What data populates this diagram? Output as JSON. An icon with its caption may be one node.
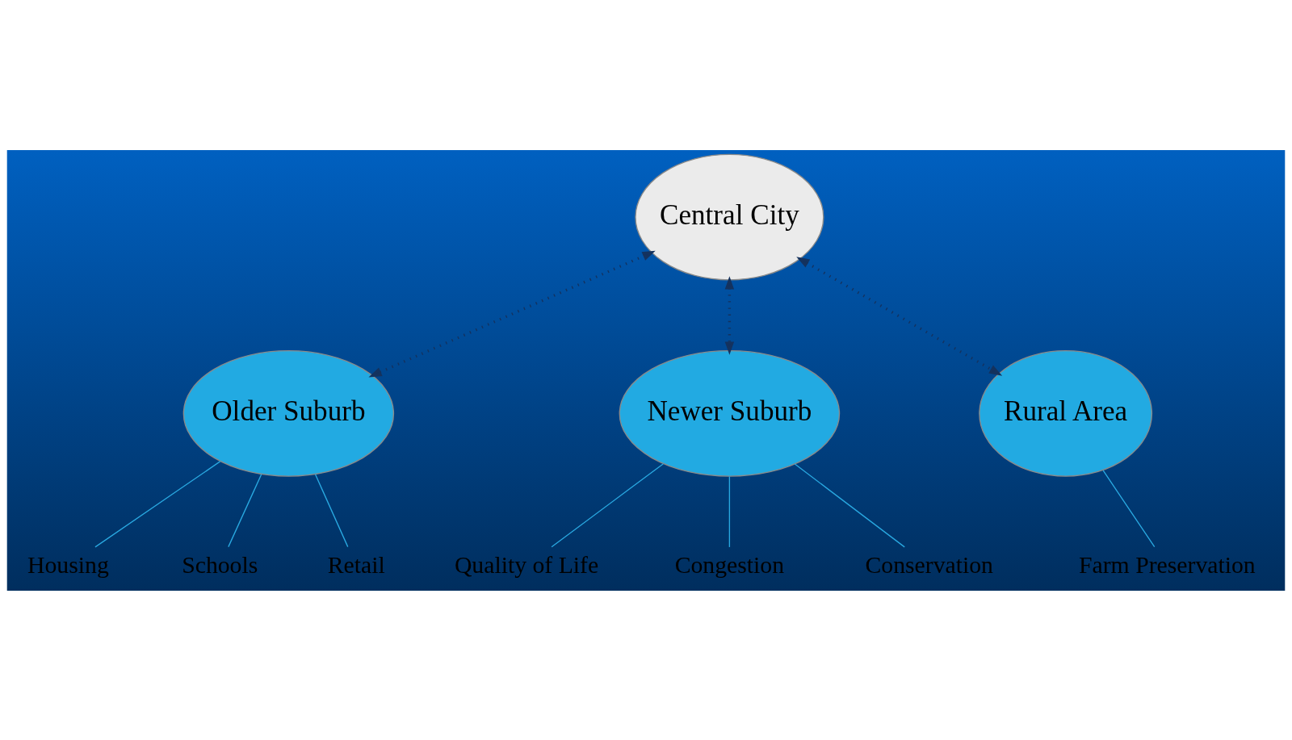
{
  "diagram": {
    "nodes": [
      {
        "text": [
          "Central City"
        ]
      },
      {
        "text": [
          "Older Suburb"
        ]
      },
      {
        "text": [
          "Newer Suburb"
        ]
      },
      {
        "text": [
          "Rural Area"
        ]
      },
      {
        "text": [
          "Housing"
        ]
      },
      {
        "text": [
          "Schools"
        ]
      },
      {
        "text": [
          "Retail"
        ]
      },
      {
        "text": [
          "Quality of Life"
        ]
      },
      {
        "text": [
          "Congestion"
        ]
      },
      {
        "text": [
          "Conservation"
        ]
      },
      {
        "text": [
          "Farm Preservation"
        ]
      }
    ],
    "edges": [
      {
        "from": 0,
        "to": 1,
        "arrow": "both",
        "style": "dashed",
        "color": "#14325e"
      },
      {
        "from": 0,
        "to": 2,
        "arrow": "both",
        "style": "dashed",
        "color": "#14325e"
      },
      {
        "from": 0,
        "to": 3,
        "arrow": "both",
        "style": "dashed",
        "color": "#14325e"
      },
      {
        "from": 1,
        "to": 4,
        "arrow": "none"
      },
      {
        "from": 1,
        "to": 5,
        "arrow": "none"
      },
      {
        "from": 1,
        "to": 6,
        "arrow": "none"
      },
      {
        "from": 2,
        "to": 7,
        "arrow": "none"
      },
      {
        "from": 2,
        "to": 8,
        "arrow": "none"
      },
      {
        "from": 2,
        "to": 9,
        "arrow": "none"
      },
      {
        "from": 3,
        "to": 10,
        "arrow": "none"
      }
    ]
  }
}
